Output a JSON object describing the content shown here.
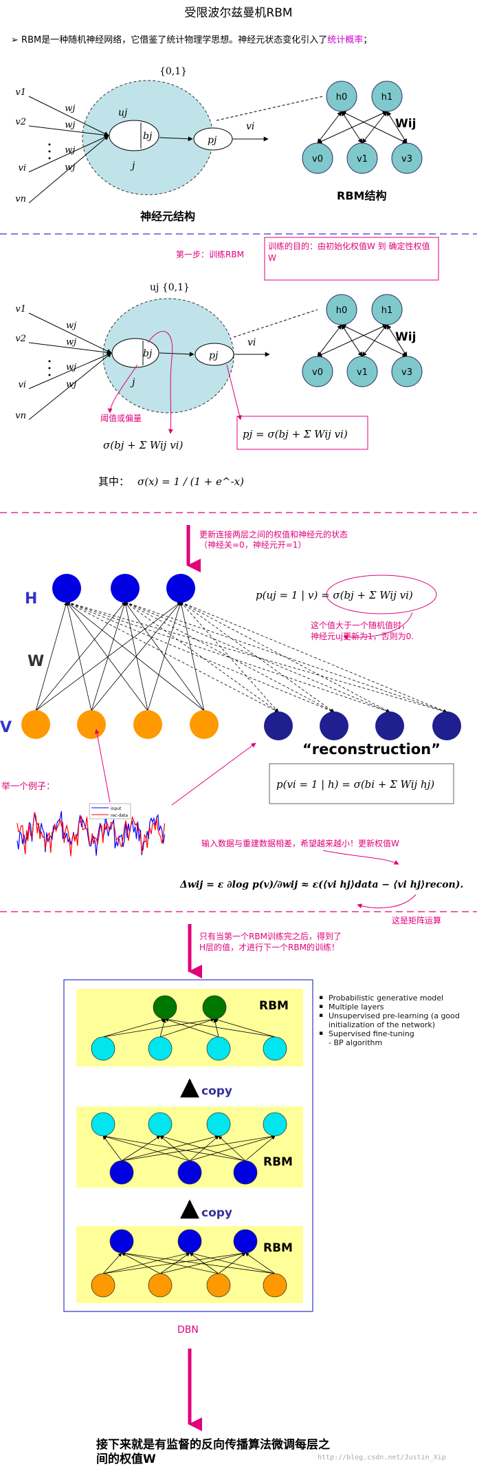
{
  "title": "受限波尔兹曼机RBM",
  "intro": {
    "bullet": "➢",
    "text_main": "RBM是一种随机神经网络，它借鉴了统计物理学思想。神经元状态变化引入了",
    "text_highlight": "统计概率",
    "text_end": "；"
  },
  "neuron1": {
    "state_set": "{0,1}",
    "caption": "神经元结构",
    "inputs": [
      "v1",
      "v2",
      "vi",
      "vn"
    ],
    "weights": [
      "wj",
      "wj",
      "wj",
      "wj"
    ],
    "u_label": "uj",
    "b_label": "bj",
    "p_label": "pj",
    "j_label": "j",
    "out_label": "vi"
  },
  "rbm_small": {
    "caption": "RBM结构",
    "hidden": [
      "h0",
      "h1"
    ],
    "visible": [
      "v0",
      "v1",
      "v3"
    ],
    "weight_label": "Wij"
  },
  "step1": {
    "label": "第一步：训练RBM",
    "box_text": "训练的目的：由初始化权值W 到 确定性权值W",
    "state_set": "uj {0,1}",
    "threshold_label": "阈值或偏量",
    "sigma_expr": "σ(bj + Σ Wij vi)",
    "pj_expr": "pj = σ(bj + Σ Wij vi)",
    "where_label": "其中：",
    "sigma_def": "σ(x) = 1 / (1 + e^-x)"
  },
  "update": {
    "label_line1": "更新连接两层之间的权值和神经元的状态",
    "label_line2": "（神经关=0，神经元开=1）"
  },
  "rbm_big": {
    "h_label": "H",
    "w_label": "W",
    "v_label": "V",
    "recon_label": "“reconstruction”",
    "p_u_expr": "p(uj = 1 | v) = σ(bj + Σ Wij vi)",
    "p_v_expr": "p(vi = 1 | h) = σ(bi + Σ Wij hj)",
    "note_line1": "这个值大于一个随机值时，",
    "note_line2": "神经元uj更新为1，否则为0."
  },
  "example": {
    "label": "举一个例子：",
    "legend": [
      "input",
      "rec-data"
    ],
    "colors": {
      "input": "#0000ff",
      "rec_data": "#ff0000"
    }
  },
  "delta": {
    "note": "输入数据与重建数据相差，希望越来越小！更新权值W",
    "formula": "Δwij = ε ∂log p(v)/∂wij ≈ ε(⟨vi hj⟩data − ⟨vi hj⟩recon).",
    "matrix_note": "这是矩阵运算"
  },
  "dbn_note": {
    "line1": "只有当第一个RBM训练完之后，得到了",
    "line2": "H层的值，才进行下一个RBM的训练！"
  },
  "dbn": {
    "rbm_labels": [
      "RBM",
      "RBM",
      "RBM"
    ],
    "copy_labels": [
      "copy",
      "copy"
    ],
    "caption": "DBN",
    "bullets": [
      "Probabilistic generative model",
      "Multiple layers",
      "Unsupervised pre-learning (a good initialization of the network)",
      "Supervised fine-tuning"
    ],
    "sub_bullet": "- BP algorithm"
  },
  "final_text": "接下来就是有监督的反向传播算法微调每层之间的权值W",
  "watermark": "http://blog.csdn.net/Justin_Xip",
  "colors": {
    "magenta": "#e0007a",
    "blue_dash": "#3333cc",
    "cell": "#bfe3e8",
    "node_teal": "#7fc8cc",
    "node_blue": "#0000e0",
    "node_navy": "#1f1f8f",
    "node_orange": "#ff9900",
    "node_cyan": "#00e5ee",
    "node_green": "#007700",
    "panel_yellow": "#ffff99"
  }
}
